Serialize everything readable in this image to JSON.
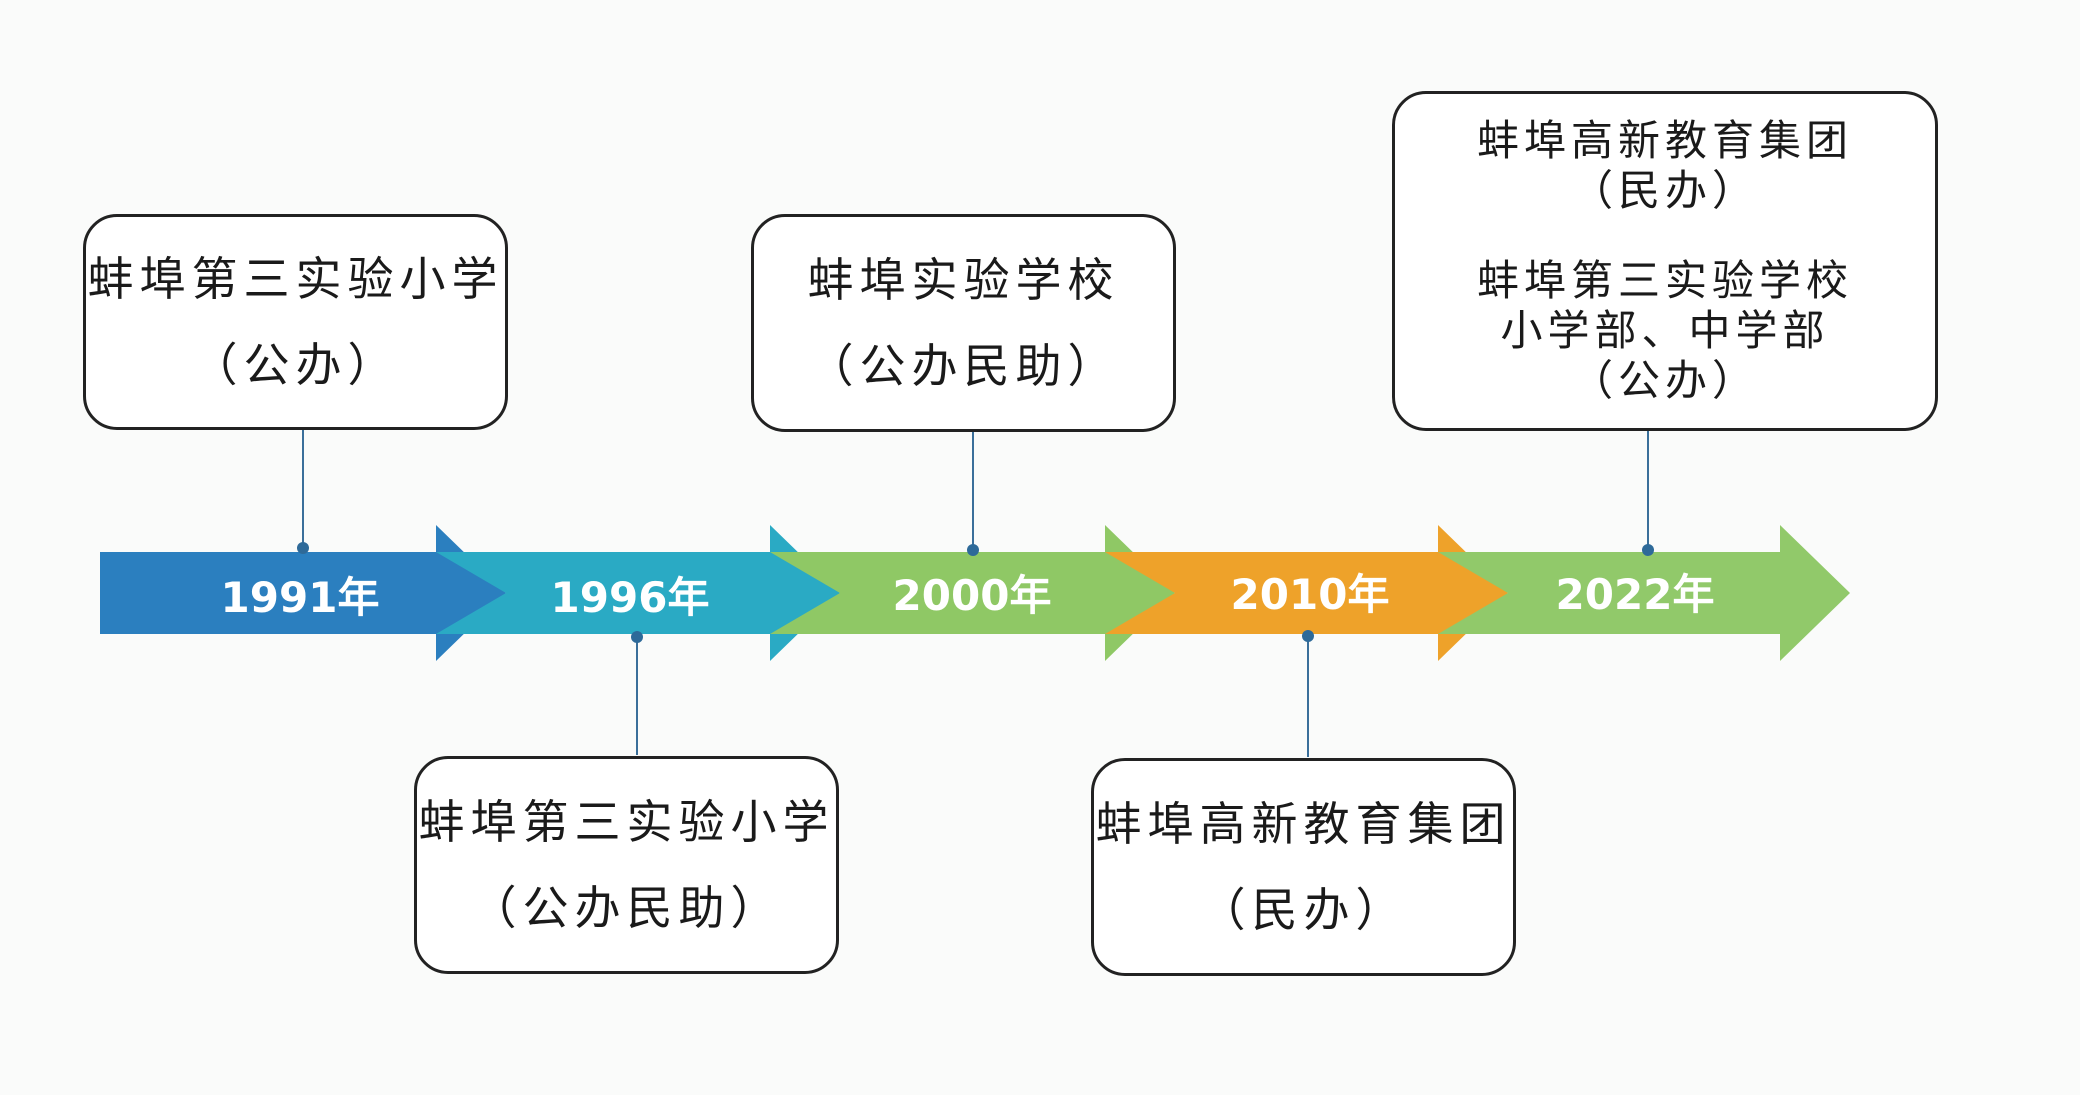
{
  "timeline": {
    "segments": [
      {
        "year": "1991年",
        "color": "#2b7fbf"
      },
      {
        "year": "1996年",
        "color": "#2aaac4"
      },
      {
        "year": "2000年",
        "color": "#8fc865"
      },
      {
        "year": "2010年",
        "color": "#eea22a"
      },
      {
        "year": "2022年",
        "color": "#91c96a"
      }
    ],
    "connector_color": "#3a6f9a"
  },
  "events": [
    {
      "lines": [
        "蚌埠第三实验小学",
        "（公办）"
      ]
    },
    {
      "lines": [
        "蚌埠第三实验小学",
        "（公办民助）"
      ]
    },
    {
      "lines": [
        "蚌埠实验学校",
        "（公办民助）"
      ]
    },
    {
      "lines": [
        "蚌埠高新教育集团",
        "（民办）"
      ]
    },
    {
      "group1": [
        "蚌埠高新教育集团",
        "（民办）"
      ],
      "group2": [
        "蚌埠第三实验学校",
        "小学部、中学部",
        "（公办）"
      ]
    }
  ]
}
